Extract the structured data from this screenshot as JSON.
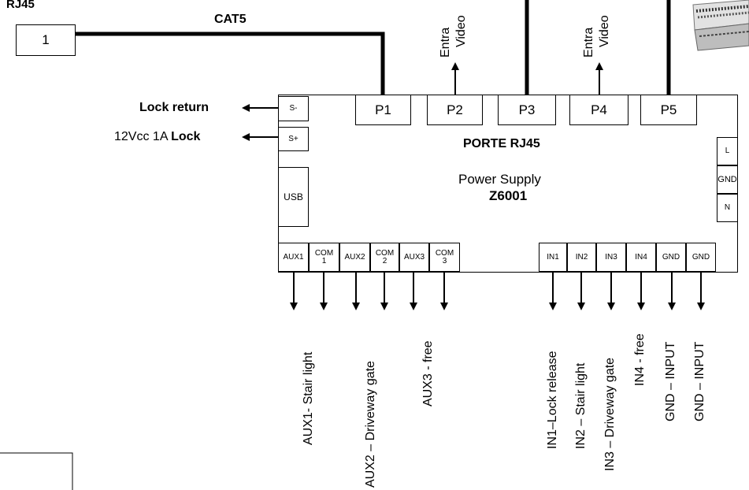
{
  "left": {
    "rj45_label": "RJ45",
    "rj45_port": "1",
    "cable_label": "CAT5",
    "lock_return": "Lock return",
    "lock_power_prefix": "12Vcc 1A",
    "lock_power_bold": "Lock"
  },
  "top_labels": {
    "p2_entrance_a": "Entra",
    "p2_entrance_b": "Video",
    "p4_entrance_a": "Entra",
    "p4_entrance_b": "Video"
  },
  "device": {
    "ports_title": "PORTE RJ45",
    "power_title": "Power Supply",
    "model": "Z6001",
    "ports": [
      "P1",
      "P2",
      "P3",
      "P4",
      "P5"
    ],
    "s_minus": "S-",
    "s_plus": "S+",
    "usb": "USB",
    "mains": {
      "l": "L",
      "gnd": "GND",
      "n": "N"
    },
    "aux_terminals": [
      {
        "top": "AUX1",
        "bottom": ""
      },
      {
        "top": "COM",
        "bottom": "1"
      },
      {
        "top": "AUX2",
        "bottom": ""
      },
      {
        "top": "COM",
        "bottom": "2"
      },
      {
        "top": "AUX3",
        "bottom": ""
      },
      {
        "top": "COM",
        "bottom": "3"
      }
    ],
    "in_terminals": [
      "IN1",
      "IN2",
      "IN3",
      "IN4",
      "GND",
      "GND"
    ]
  },
  "outputs": {
    "aux1": "AUX1- Stair light",
    "aux2": "AUX2 – Driveway gate",
    "aux3": "AUX3 - free"
  },
  "inputs": {
    "in1": "IN1–Lock release",
    "in2": "IN2 – Stair light",
    "in3": "IN3 – Driveway gate",
    "in4": "IN4 - free",
    "gnd1": "GND – INPUT",
    "gnd2": "GND – INPUT"
  }
}
